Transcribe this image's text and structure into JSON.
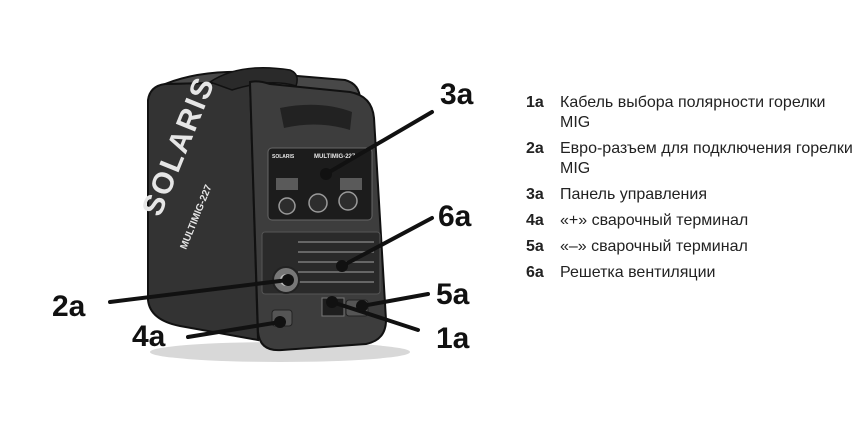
{
  "device": {
    "brand": "SOLARIS",
    "model": "MULTIMIG-227",
    "panel_model": "MULTIMIG-227"
  },
  "callouts": [
    {
      "id": "3a",
      "label": "3a"
    },
    {
      "id": "6a",
      "label": "6a"
    },
    {
      "id": "2a",
      "label": "2a"
    },
    {
      "id": "4a",
      "label": "4a"
    },
    {
      "id": "5a",
      "label": "5a"
    },
    {
      "id": "1a",
      "label": "1a"
    }
  ],
  "legend": [
    {
      "code": "1a",
      "text": "Кабель выбора полярности горелки MIG"
    },
    {
      "code": "2a",
      "text": "Евро-разъем для подключения горелки MIG"
    },
    {
      "code": "3a",
      "text": "Панель управления"
    },
    {
      "code": "4a",
      "text": "«+» сварочный терминал"
    },
    {
      "code": "5a",
      "text": "«–» сварочный терминал"
    },
    {
      "code": "6a",
      "text": "Решетка вентиляции"
    }
  ],
  "colors": {
    "device_body": "#3a3a3a",
    "device_dark": "#1c1c1c",
    "device_light": "#5a5a5a",
    "callout": "#111111",
    "legend_text": "#222222"
  }
}
